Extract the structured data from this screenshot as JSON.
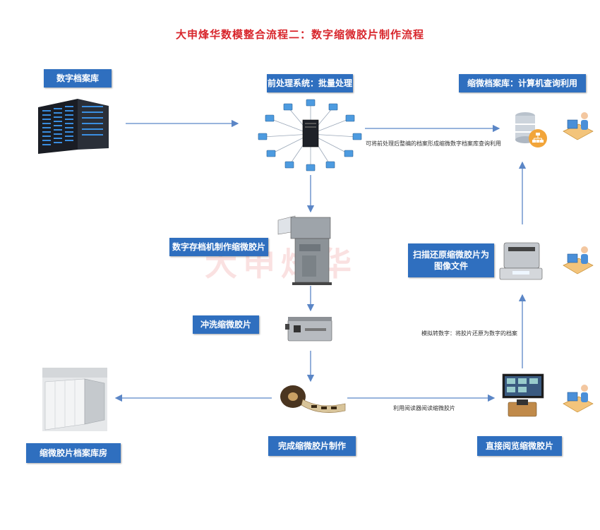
{
  "title": "大申烽华数模整合流程二：数字缩微胶片制作流程",
  "watermark": "大申烽华",
  "boxes": {
    "digital_archive": "数字档案库",
    "preprocess": "前处理系统：批量处理",
    "microfilm_archive": "缩微档案库：计算机查询利用",
    "archive_writer": "数字存档机制作缩微胶片",
    "scan_restore": "扫描还原缩微胶片为图像文件",
    "develop": "冲洗缩微胶片",
    "storage_room": "缩微胶片档案库房",
    "finish": "完成缩微胶片制作",
    "direct_view": "直接阅览缩微胶片"
  },
  "notes": {
    "preprocess_note": "可将前处理后整编的档案形成缩微数字档案库查询利用",
    "analog_to_digital": "模拟转数字：将胶片还原为数字的档案",
    "reader_note": "利用阅读器阅读缩微胶片"
  },
  "colors": {
    "box_bg": "#2f6fbf",
    "title": "#d8262c",
    "arrow": "#5b86c6"
  }
}
